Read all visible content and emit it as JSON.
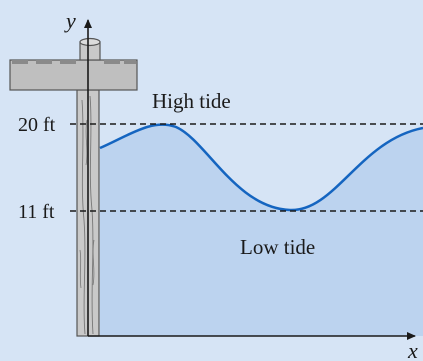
{
  "axes": {
    "x_label": "x",
    "y_label": "y"
  },
  "levels": {
    "high": {
      "value_label": "20 ft",
      "caption": "High tide",
      "feet": 20
    },
    "low": {
      "value_label": "11 ft",
      "caption": "Low tide",
      "feet": 11
    }
  },
  "colors": {
    "background": "#d6e4f5",
    "water": "#bcd3ef",
    "wave": "#1565c0",
    "pier_post": "#c9c9c9",
    "pier_deck": "#bfbfbf",
    "dashed": "#1a1a1a"
  }
}
